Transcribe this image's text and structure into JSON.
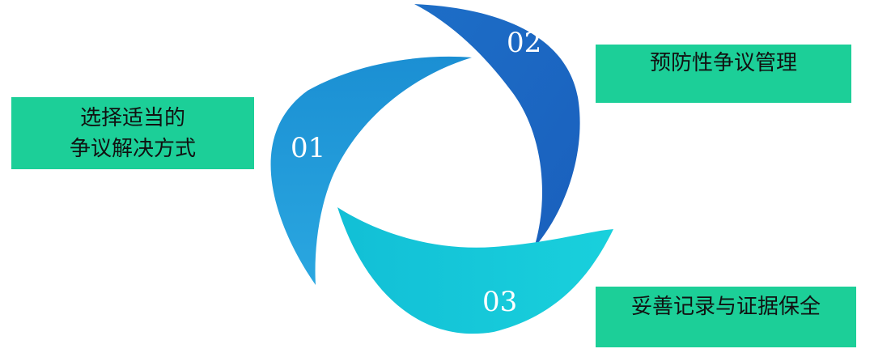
{
  "steps": [
    {
      "number": "01",
      "lines": [
        "选择适当的",
        "争议解决方式"
      ]
    },
    {
      "number": "02",
      "lines": [
        "预防性争议管理"
      ]
    },
    {
      "number": "03",
      "lines": [
        "妥善记录与证据保全"
      ]
    }
  ],
  "colors": {
    "petal_01": "#1e95d6",
    "petal_02": "#1a6fc6",
    "petal_03": "#16c7d8",
    "label_box": "#1ccf98"
  }
}
